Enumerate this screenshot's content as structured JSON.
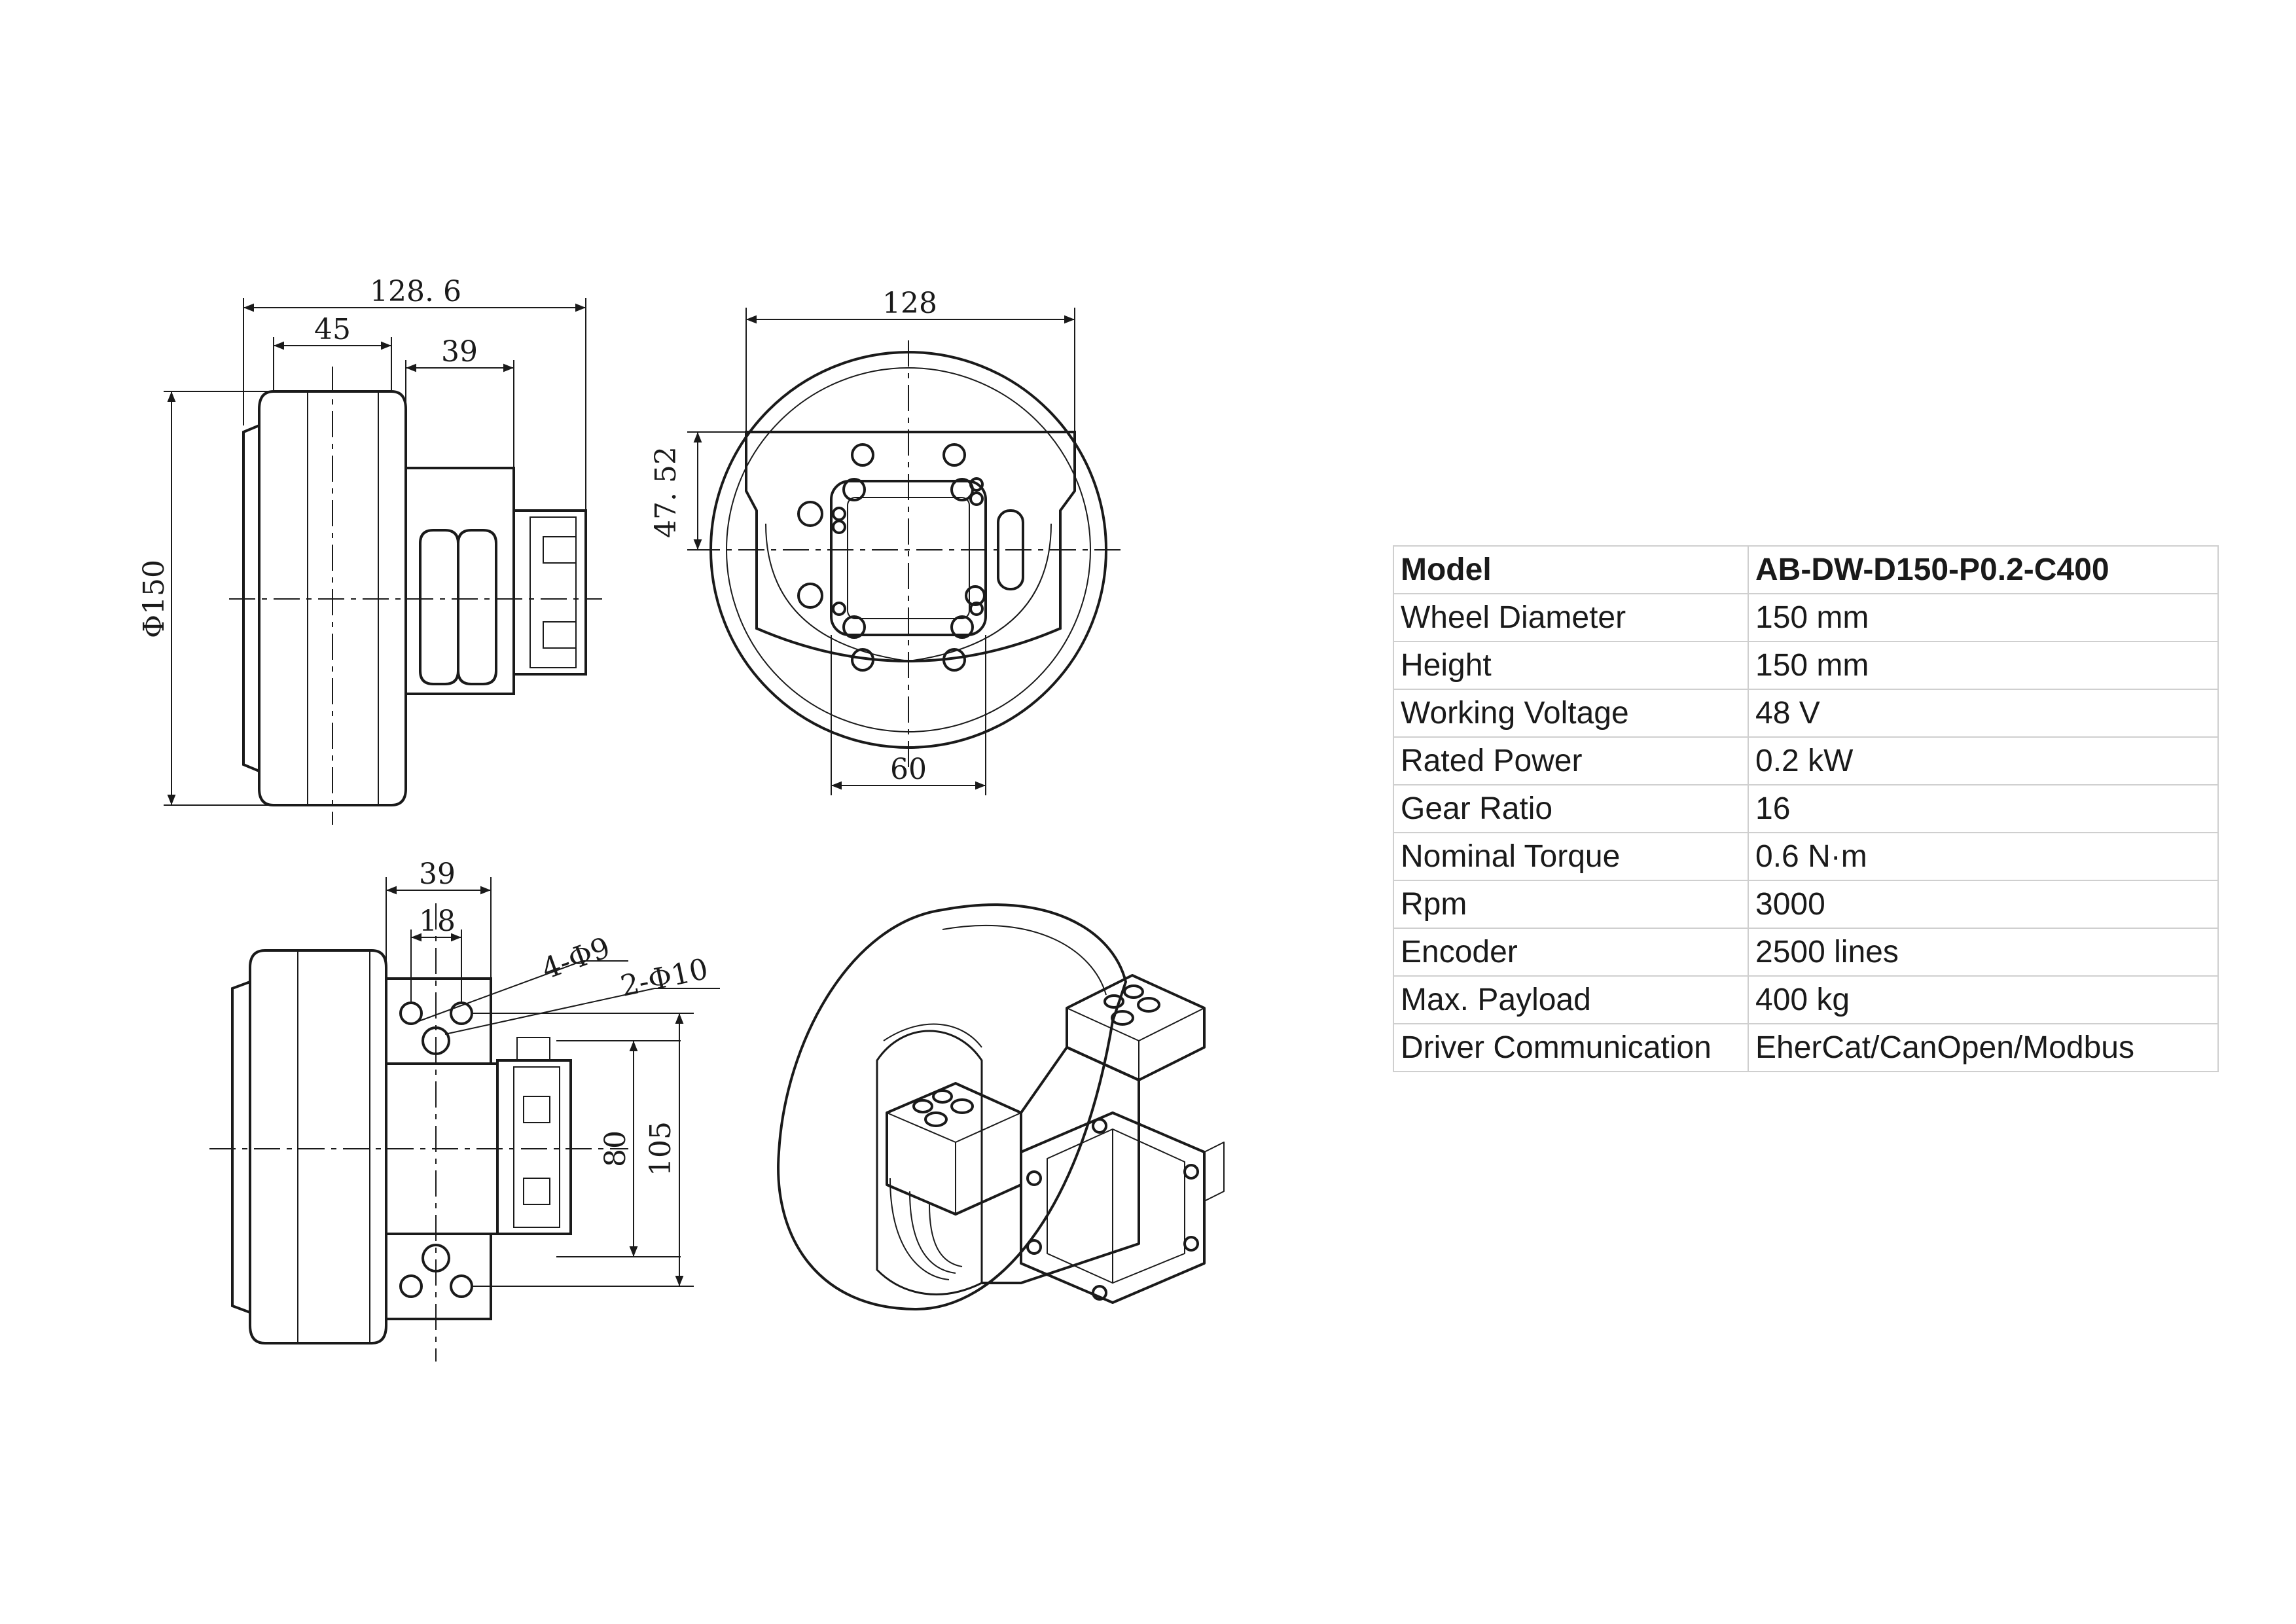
{
  "drawing": {
    "side_view": {
      "d_128_6": "128. 6",
      "d_45": "45",
      "d_39": "39",
      "d_150": "Φ150"
    },
    "front_view": {
      "d_128": "128",
      "d_47_52": "47. 52",
      "d_60": "60"
    },
    "bottom_view": {
      "d_39": "39",
      "d_18": "18",
      "d_4phi9": "4-Φ9",
      "d_2phi10": "2-Φ10",
      "d_80": "80",
      "d_105": "105"
    }
  },
  "spec_table": {
    "header": {
      "label": "Model",
      "value": "AB-DW-D150-P0.2-C400"
    },
    "rows": [
      {
        "label": "Wheel Diameter",
        "value": "150 mm"
      },
      {
        "label": "Height",
        "value": "150 mm"
      },
      {
        "label": "Working Voltage",
        "value": "48 V"
      },
      {
        "label": "Rated Power",
        "value": "0.2 kW"
      },
      {
        "label": "Gear Ratio",
        "value": "16"
      },
      {
        "label": "Nominal Torque",
        "value": "0.6 N·m"
      },
      {
        "label": "Rpm",
        "value": "3000"
      },
      {
        "label": "Encoder",
        "value": "2500 lines"
      },
      {
        "label": "Max. Payload",
        "value": "400 kg"
      },
      {
        "label": "Driver Communication",
        "value": "EherCat/CanOpen/Modbus"
      }
    ]
  },
  "colors": {
    "line": "#1a1a1a",
    "table_border": "#cfcfcf",
    "background": "#ffffff"
  }
}
